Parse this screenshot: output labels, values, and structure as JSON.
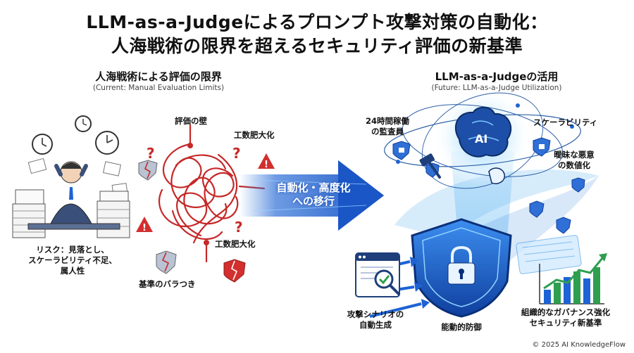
{
  "title": {
    "line1": "LLM-as-a-Judgeによるプロンプト攻撃対策の自動化：",
    "line2": "人海戦術の限界を超えるセキュリティ評価の新基準"
  },
  "left": {
    "heading": "人海戦術による評価の限界",
    "subheading": "(Current: Manual Evaluation Limits)",
    "labels": {
      "wall": "評価の壁",
      "effort_top": "工数肥大化",
      "effort_bottom": "工数肥大化",
      "risk": "リスク：見落とし、\nスケーラビリティ不足、\n属人性",
      "inconsistency": "基準のバラつき"
    }
  },
  "center": {
    "arrow_text": "自動化・高度化\nへの移行"
  },
  "right": {
    "heading": "LLM-as-a-Judgeの活用",
    "subheading": "(Future: LLM-as-a-Judge Utilization)",
    "ai_badge": "AI",
    "labels": {
      "monitor": "24時間稼働\nの監査員",
      "scalability": "スケーラビリティ",
      "quantify": "曖昧な悪意\nの数値化",
      "scenario": "攻撃シナリオの\n自動生成",
      "defense": "能動的防御",
      "governance": "組織的なガバナンス強化\nセキュリティ新基準"
    }
  },
  "footer": {
    "copyright": "© 2025 AI KnowledgeFlow"
  },
  "colors": {
    "red": "#c62828",
    "blue": "#1e63d6",
    "light_blue": "#8fd0ff",
    "green": "#2e9e4f"
  }
}
